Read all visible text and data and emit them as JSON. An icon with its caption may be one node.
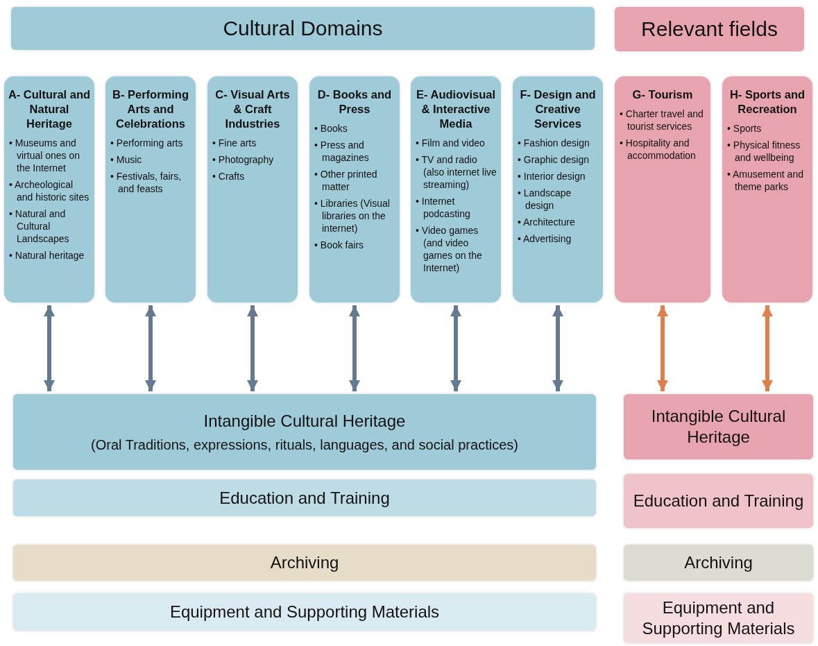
{
  "diagram": {
    "nodes": [
      {
        "text": [
          "Cultural Domains"
        ]
      },
      {
        "text": [
          "Relevant fields"
        ]
      },
      {
        "text": [
          "A- Cultural and Natural Heritage",
          "• Museums and virtual ones on the Internet",
          "• Archeological and historic sites",
          "• Natural and Cultural Landscapes",
          "• Natural heritage"
        ]
      },
      {
        "text": [
          "B- Performing Arts and Celebrations",
          "• Performing arts",
          "• Music",
          "• Festivals, fairs, and feasts"
        ]
      },
      {
        "text": [
          "C- Visual Arts & Craft Industries",
          "• Fine arts",
          "• Photography",
          "• Crafts"
        ]
      },
      {
        "text": [
          "D- Books and Press",
          "• Books",
          "• Press and magazines",
          "• Other printed matter",
          "• Libraries (Visual libraries on the internet)",
          "• Book fairs"
        ]
      },
      {
        "text": [
          "E- Audiovisual & Interactive Media",
          "• Film and video",
          "• TV and radio (also internet live streaming)",
          "• Internet podcasting",
          "• Video games (and video games on the Internet)"
        ]
      },
      {
        "text": [
          "F- Design and Creative Services",
          "• Fashion design",
          "• Graphic design",
          "• Interior design",
          "• Landscape design",
          "• Architecture",
          "• Advertising"
        ]
      },
      {
        "text": [
          "G- Tourism",
          "• Charter travel and tourist services",
          "• Hospitality and accommodation"
        ]
      },
      {
        "text": [
          "H- Sports and Recreation",
          "• Sports",
          "• Physical fitness and wellbeing",
          "• Amusement and theme parks"
        ]
      },
      {
        "text": [
          "Intangible Cultural Heritage",
          "(Oral Traditions, expressions, rituals, languages, and social practices)"
        ]
      },
      {
        "text": [
          "Intangible Cultural Heritage"
        ]
      },
      {
        "text": [
          "Education and Training"
        ]
      },
      {
        "text": [
          "Education and Training"
        ]
      },
      {
        "text": [
          "Archiving"
        ]
      },
      {
        "text": [
          "Archiving"
        ]
      },
      {
        "text": [
          "Equipment and Supporting Materials"
        ]
      },
      {
        "text": [
          "Equipment and Supporting Materials"
        ]
      }
    ],
    "edges": [
      {
        "from": 2,
        "to": 10,
        "arrow": "both"
      },
      {
        "from": 3,
        "to": 10,
        "arrow": "both"
      },
      {
        "from": 4,
        "to": 10,
        "arrow": "both"
      },
      {
        "from": 5,
        "to": 10,
        "arrow": "both"
      },
      {
        "from": 6,
        "to": 10,
        "arrow": "both"
      },
      {
        "from": 7,
        "to": 10,
        "arrow": "both"
      },
      {
        "from": 8,
        "to": 11,
        "arrow": "both",
        "color": "#e07f4e"
      },
      {
        "from": 9,
        "to": 11,
        "arrow": "both",
        "color": "#e07f4e"
      }
    ]
  }
}
